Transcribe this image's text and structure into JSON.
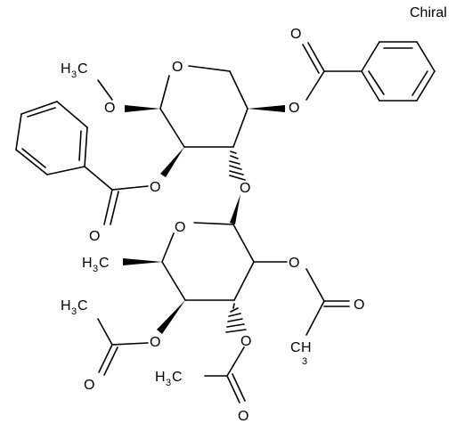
{
  "labels": {
    "chiral": "Chiral",
    "oxygen": "O",
    "carbon": "C",
    "hydrogen": "H",
    "subscript3": "3"
  },
  "colors": {
    "ink": "#000000",
    "background": "#ffffff"
  }
}
